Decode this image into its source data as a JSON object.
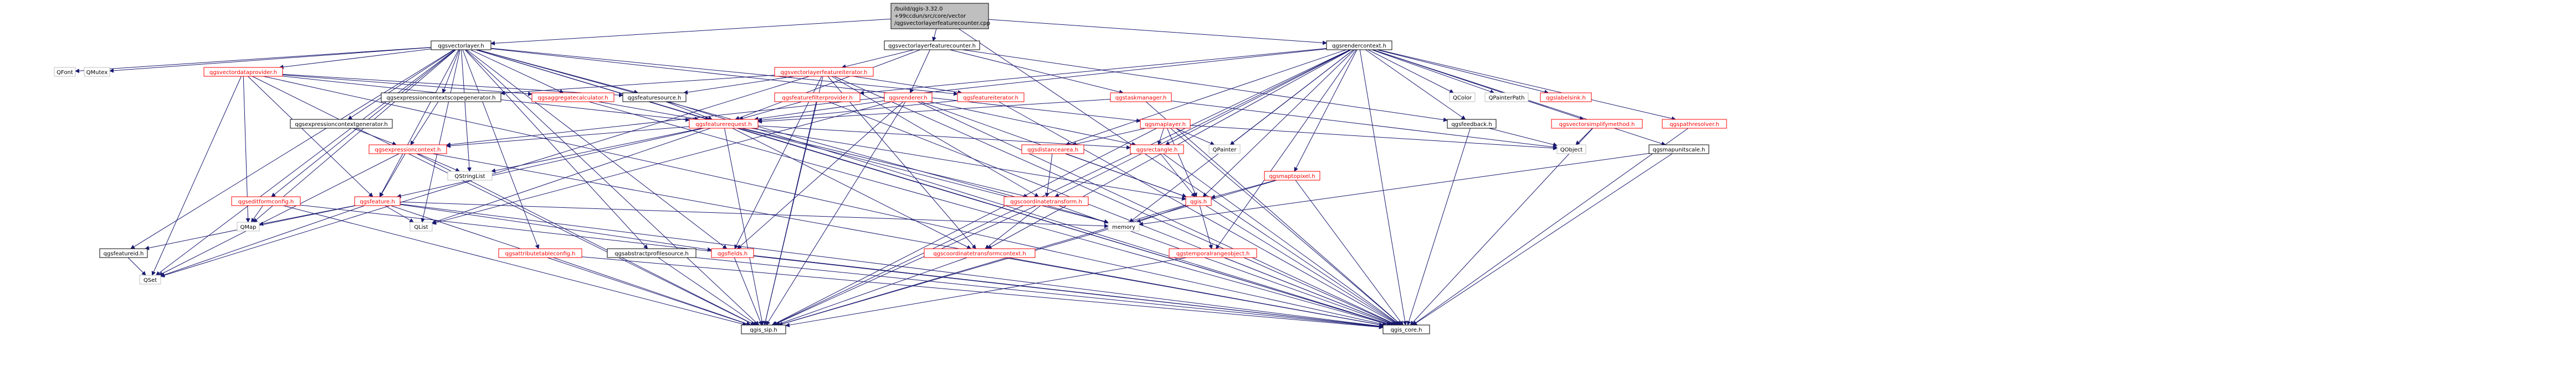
{
  "colors": {
    "background": "#ffffff",
    "node_fill": "#ffffff",
    "node_border_normal": "#000000",
    "node_border_documented": "#bfbfbf",
    "node_text_normal": "#000000",
    "node_text_red": "#ff0000",
    "root_fill": "#bfbfbf",
    "edge": "#191970"
  },
  "graph": {
    "root": {
      "lines": [
        "/build/qgis-3.32.0",
        "+99ccdun/src/core/vector",
        "/qgsvectorlayerfeaturecounter.cpp"
      ]
    },
    "nodes": [
      {
        "id": "vectorlayer",
        "label": "qgsvectorlayer.h",
        "style": "normal"
      },
      {
        "id": "counter",
        "label": "qgsvectorlayerfeaturecounter.h",
        "style": "normal"
      },
      {
        "id": "rendercontext",
        "label": "qgsrendercontext.h",
        "style": "normal"
      },
      {
        "id": "qfont",
        "label": "QFont",
        "style": "normal"
      },
      {
        "id": "qmutex",
        "label": "QMutex",
        "style": "normal"
      },
      {
        "id": "dataprovider",
        "label": "qgsvectordataprovider.h",
        "style": "red"
      },
      {
        "id": "expctxscopegen",
        "label": "qgsexpressioncontextscopegenerator.h",
        "style": "normal"
      },
      {
        "id": "expctxgen",
        "label": "qgsexpressioncontextgenerator.h",
        "style": "normal"
      },
      {
        "id": "aggcalc",
        "label": "qgsaggregatecalculator.h",
        "style": "red"
      },
      {
        "id": "featuresource",
        "label": "qgsfeaturesource.h",
        "style": "normal"
      },
      {
        "id": "featureiterator",
        "label": "qgsfeatureiterator.h",
        "style": "red"
      },
      {
        "id": "vlfeatureiterator",
        "label": "qgsvectorlayerfeatureiterator.h",
        "style": "red"
      },
      {
        "id": "featurefilterprovider",
        "label": "qgsfeaturefilterprovider.h",
        "style": "red"
      },
      {
        "id": "renderer",
        "label": "qgsrenderer.h",
        "style": "red"
      },
      {
        "id": "taskmanager",
        "label": "qgstaskmanager.h",
        "style": "red"
      },
      {
        "id": "featurerequest",
        "label": "qgsfeaturerequest.h",
        "style": "red"
      },
      {
        "id": "mapsettings",
        "label": "qgsmaplayer.h",
        "style": "red"
      },
      {
        "id": "expressioncontext",
        "label": "qgsexpressioncontext.h",
        "style": "red"
      },
      {
        "id": "qstringlist",
        "label": "QStringList",
        "style": "normal"
      },
      {
        "id": "editformconfig",
        "label": "qgseditformconfig.h",
        "style": "red"
      },
      {
        "id": "feature",
        "label": "qgsfeature.h",
        "style": "red"
      },
      {
        "id": "qmap",
        "label": "QMap",
        "style": "normal"
      },
      {
        "id": "featureid",
        "label": "qgsfeatureid.h",
        "style": "normal"
      },
      {
        "id": "qset",
        "label": "QSet",
        "style": "normal"
      },
      {
        "id": "qlist",
        "label": "QList",
        "style": "normal"
      },
      {
        "id": "attributetableconfig",
        "label": "qgsattributetableconfig.h",
        "style": "red"
      },
      {
        "id": "abstractprofilesource",
        "label": "qgsabstractprofilesource.h",
        "style": "normal"
      },
      {
        "id": "fields",
        "label": "qgsfields.h",
        "style": "red"
      },
      {
        "id": "sip",
        "label": "qgis_sip.h",
        "style": "normal"
      },
      {
        "id": "memory",
        "label": "memory",
        "style": "normal"
      },
      {
        "id": "ctxtransform",
        "label": "qgscoordinatetransformcontext.h",
        "style": "red"
      },
      {
        "id": "coordtransform",
        "label": "qgscoordinatetransform.h",
        "style": "red"
      },
      {
        "id": "distancearea",
        "label": "qgsdistancearea.h",
        "style": "red"
      },
      {
        "id": "rectangle",
        "label": "qgsrectangle.h",
        "style": "red"
      },
      {
        "id": "qgis",
        "label": "qgis.h",
        "style": "red"
      },
      {
        "id": "temporalrange",
        "label": "qgstemporalrangeobject.h",
        "style": "red"
      },
      {
        "id": "core",
        "label": "qgis_core.h",
        "style": "normal"
      },
      {
        "id": "qpainter",
        "label": "QPainter",
        "style": "normal"
      },
      {
        "id": "maptopixel",
        "label": "qgsmaptopixel.h",
        "style": "red"
      },
      {
        "id": "qobject",
        "label": "QObject",
        "style": "normal"
      },
      {
        "id": "feedback",
        "label": "qgsfeedback.h",
        "style": "normal"
      },
      {
        "id": "simplifymethod",
        "label": "qgsvectorsimplifymethod.h",
        "style": "red"
      },
      {
        "id": "mapunitscale",
        "label": "qgsmapunitscale.h",
        "style": "normal"
      },
      {
        "id": "qcolor",
        "label": "QColor",
        "style": "normal"
      },
      {
        "id": "qpainterpath",
        "label": "QPainterPath",
        "style": "normal"
      },
      {
        "id": "labelsink",
        "label": "qgslabelsink.h",
        "style": "red"
      },
      {
        "id": "pathresolver",
        "label": "qgspathresolver.h",
        "style": "red"
      }
    ],
    "edges": [
      [
        "root",
        "vectorlayer"
      ],
      [
        "root",
        "counter"
      ],
      [
        "root",
        "rendercontext"
      ],
      [
        "root",
        "core"
      ],
      [
        "vectorlayer",
        "qfont"
      ],
      [
        "vectorlayer",
        "qmutex"
      ],
      [
        "vectorlayer",
        "dataprovider"
      ],
      [
        "vectorlayer",
        "expctxscopegen"
      ],
      [
        "vectorlayer",
        "expctxgen"
      ],
      [
        "vectorlayer",
        "aggcalc"
      ],
      [
        "vectorlayer",
        "featuresource"
      ],
      [
        "vectorlayer",
        "featureiterator"
      ],
      [
        "vectorlayer",
        "featurerequest"
      ],
      [
        "vectorlayer",
        "mapsettings"
      ],
      [
        "vectorlayer",
        "qstringlist"
      ],
      [
        "vectorlayer",
        "editformconfig"
      ],
      [
        "vectorlayer",
        "feature"
      ],
      [
        "vectorlayer",
        "qmap"
      ],
      [
        "vectorlayer",
        "featureid"
      ],
      [
        "vectorlayer",
        "qset"
      ],
      [
        "vectorlayer",
        "qlist"
      ],
      [
        "vectorlayer",
        "attributetableconfig"
      ],
      [
        "vectorlayer",
        "abstractprofilesource"
      ],
      [
        "vectorlayer",
        "fields"
      ],
      [
        "vectorlayer",
        "sip"
      ],
      [
        "vectorlayer",
        "core"
      ],
      [
        "vectorlayer",
        "memory"
      ],
      [
        "counter",
        "vlfeatureiterator"
      ],
      [
        "counter",
        "renderer"
      ],
      [
        "counter",
        "taskmanager"
      ],
      [
        "counter",
        "featurerequest"
      ],
      [
        "counter",
        "feedback"
      ],
      [
        "dataprovider",
        "featuresource"
      ],
      [
        "dataprovider",
        "aggcalc"
      ],
      [
        "dataprovider",
        "feature"
      ],
      [
        "dataprovider",
        "qmap"
      ],
      [
        "dataprovider",
        "qset"
      ],
      [
        "dataprovider",
        "featurerequest"
      ],
      [
        "dataprovider",
        "sip"
      ],
      [
        "dataprovider",
        "core"
      ],
      [
        "expctxscopegen",
        "expressioncontext"
      ],
      [
        "expctxgen",
        "expressioncontext"
      ],
      [
        "aggcalc",
        "featurerequest"
      ],
      [
        "aggcalc",
        "core"
      ],
      [
        "featuresource",
        "featurerequest"
      ],
      [
        "featuresource",
        "core"
      ],
      [
        "featureiterator",
        "featurerequest"
      ],
      [
        "featureiterator",
        "core"
      ],
      [
        "vlfeatureiterator",
        "featureiterator"
      ],
      [
        "vlfeatureiterator",
        "featuresource"
      ],
      [
        "vlfeatureiterator",
        "expctxscopegen"
      ],
      [
        "vlfeatureiterator",
        "fields"
      ],
      [
        "vlfeatureiterator",
        "ctxtransform"
      ],
      [
        "vlfeatureiterator",
        "coordtransform"
      ],
      [
        "vlfeatureiterator",
        "core"
      ],
      [
        "vlfeatureiterator",
        "sip"
      ],
      [
        "vlfeatureiterator",
        "qset"
      ],
      [
        "featurefilterprovider",
        "featurerequest"
      ],
      [
        "featurefilterprovider",
        "core"
      ],
      [
        "featurefilterprovider",
        "sip"
      ],
      [
        "renderer",
        "featurerequest"
      ],
      [
        "renderer",
        "fields"
      ],
      [
        "renderer",
        "qgis"
      ],
      [
        "renderer",
        "core"
      ],
      [
        "renderer",
        "sip"
      ],
      [
        "renderer",
        "rectangle"
      ],
      [
        "renderer",
        "qlist"
      ],
      [
        "taskmanager",
        "featurerequest"
      ],
      [
        "taskmanager",
        "core"
      ],
      [
        "taskmanager",
        "qobject"
      ],
      [
        "featurerequest",
        "expressioncontext"
      ],
      [
        "featurerequest",
        "feature"
      ],
      [
        "featurerequest",
        "rectangle"
      ],
      [
        "featurerequest",
        "qgis"
      ],
      [
        "featurerequest",
        "coordtransform"
      ],
      [
        "featurerequest",
        "memory"
      ],
      [
        "featurerequest",
        "core"
      ],
      [
        "featurerequest",
        "sip"
      ],
      [
        "featurerequest",
        "qlist"
      ],
      [
        "featurerequest",
        "qstringlist"
      ],
      [
        "featurerequest",
        "ctxtransform"
      ],
      [
        "mapsettings",
        "distancearea"
      ],
      [
        "mapsettings",
        "rectangle"
      ],
      [
        "mapsettings",
        "qgis"
      ],
      [
        "mapsettings",
        "core"
      ],
      [
        "mapsettings",
        "sip"
      ],
      [
        "mapsettings",
        "qobject"
      ],
      [
        "mapsettings",
        "qpainter"
      ],
      [
        "expressioncontext",
        "feature"
      ],
      [
        "expressioncontext",
        "qset"
      ],
      [
        "expressioncontext",
        "core"
      ],
      [
        "expressioncontext",
        "sip"
      ],
      [
        "expressioncontext",
        "qstringlist"
      ],
      [
        "editformconfig",
        "qmap"
      ],
      [
        "editformconfig",
        "core"
      ],
      [
        "editformconfig",
        "sip"
      ],
      [
        "feature",
        "featureid"
      ],
      [
        "feature",
        "fields"
      ],
      [
        "feature",
        "qset"
      ],
      [
        "feature",
        "qmap"
      ],
      [
        "feature",
        "qlist"
      ],
      [
        "feature",
        "core"
      ],
      [
        "feature",
        "sip"
      ],
      [
        "feature",
        "memory"
      ],
      [
        "featureid",
        "qset"
      ],
      [
        "attributetableconfig",
        "core"
      ],
      [
        "attributetableconfig",
        "sip"
      ],
      [
        "abstractprofilesource",
        "core"
      ],
      [
        "abstractprofilesource",
        "sip"
      ],
      [
        "fields",
        "core"
      ],
      [
        "fields",
        "sip"
      ],
      [
        "ctxtransform",
        "core"
      ],
      [
        "ctxtransform",
        "sip"
      ],
      [
        "coordtransform",
        "core"
      ],
      [
        "coordtransform",
        "sip"
      ],
      [
        "coordtransform",
        "ctxtransform"
      ],
      [
        "distancearea",
        "qgis"
      ],
      [
        "distancearea",
        "coordtransform"
      ],
      [
        "rectangle",
        "qgis"
      ],
      [
        "rectangle",
        "core"
      ],
      [
        "qgis",
        "core"
      ],
      [
        "qgis",
        "sip"
      ],
      [
        "qgis",
        "memory"
      ],
      [
        "qgis",
        "temporalrange"
      ],
      [
        "temporalrange",
        "core"
      ],
      [
        "temporalrange",
        "sip"
      ],
      [
        "maptopixel",
        "qgis"
      ],
      [
        "maptopixel",
        "core"
      ],
      [
        "maptopixel",
        "sip"
      ],
      [
        "feedback",
        "qobject"
      ],
      [
        "feedback",
        "core"
      ],
      [
        "simplifymethod",
        "qobject"
      ],
      [
        "simplifymethod",
        "core"
      ],
      [
        "mapunitscale",
        "core"
      ],
      [
        "mapunitscale",
        "memory"
      ],
      [
        "pathresolver",
        "core"
      ],
      [
        "rendercontext",
        "featurefilterprovider"
      ],
      [
        "rendercontext",
        "mapunitscale"
      ],
      [
        "rendercontext",
        "distancearea"
      ],
      [
        "rendercontext",
        "rectangle"
      ],
      [
        "rendercontext",
        "maptopixel"
      ],
      [
        "rendercontext",
        "qcolor"
      ],
      [
        "rendercontext",
        "qpainterpath"
      ],
      [
        "rendercontext",
        "labelsink"
      ],
      [
        "rendercontext",
        "pathresolver"
      ],
      [
        "rendercontext",
        "simplifymethod"
      ],
      [
        "rendercontext",
        "qpainter"
      ],
      [
        "rendercontext",
        "feedback"
      ],
      [
        "rendercontext",
        "expressioncontext"
      ],
      [
        "rendercontext",
        "ctxtransform"
      ],
      [
        "rendercontext",
        "temporalrange"
      ],
      [
        "rendercontext",
        "core"
      ],
      [
        "rendercontext",
        "sip"
      ],
      [
        "rendercontext",
        "memory"
      ],
      [
        "rendercontext",
        "coordtransform"
      ],
      [
        "rendercontext",
        "qgis"
      ]
    ]
  }
}
